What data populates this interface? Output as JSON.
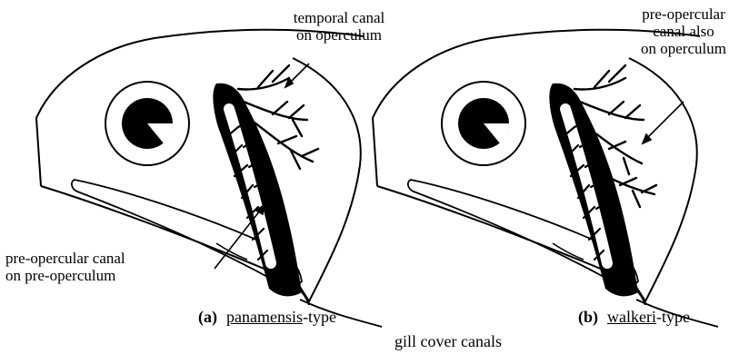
{
  "panel_a": {
    "top_label": [
      "temporal canal",
      "on operculum"
    ],
    "bottom_label": [
      "pre-opercular canal",
      "on pre-operculum"
    ],
    "caption_letter": "(a)",
    "caption_name": "panamensis",
    "caption_suffix": "-type"
  },
  "panel_b": {
    "top_label": [
      "pre-opercular",
      "canal also",
      "on operculum"
    ],
    "caption_letter": "(b)",
    "caption_name": "walkeri",
    "caption_suffix": "-type"
  },
  "figure_caption": "gill cover canals"
}
